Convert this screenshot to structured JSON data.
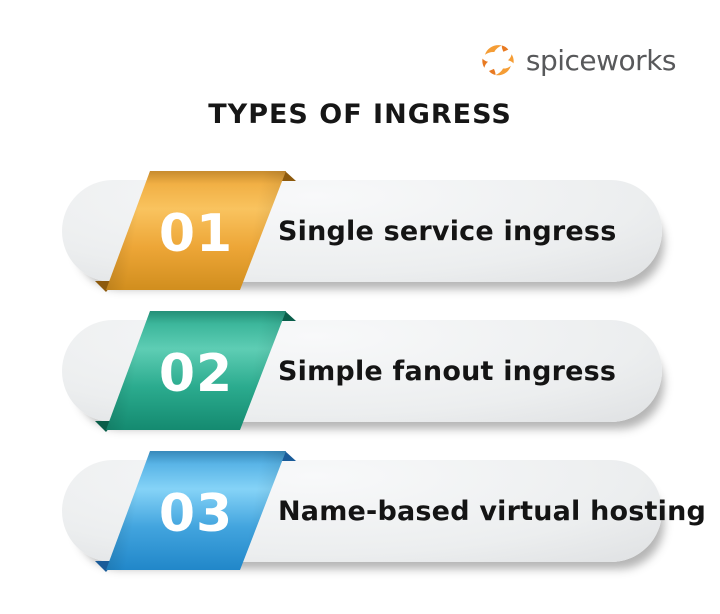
{
  "logo": {
    "brand": "spiceworks",
    "icon": "spiceworks-swirl-icon",
    "text_color": "#58595b",
    "icon_color_light": "#f59d35",
    "icon_color_dark": "#e87a22"
  },
  "title": {
    "text": "TYPES OF INGRESS",
    "color": "#161616"
  },
  "items": [
    {
      "number": "01",
      "label": "Single service ingress",
      "colors": {
        "mid": "#eda637",
        "light": "#f9c35f",
        "edge2": "#d18e1e",
        "fold": "#8d5a0d"
      }
    },
    {
      "number": "02",
      "label": "Simple fanout ingress",
      "colors": {
        "mid": "#2bab8e",
        "light": "#5ecdb4",
        "edge2": "#148a70",
        "fold": "#0a5e4a"
      }
    },
    {
      "number": "03",
      "label": "Name-based virtual hosting",
      "colors": {
        "mid": "#42a4de",
        "light": "#85d3f7",
        "edge2": "#2187c9",
        "fold": "#1a5c99"
      }
    }
  ]
}
